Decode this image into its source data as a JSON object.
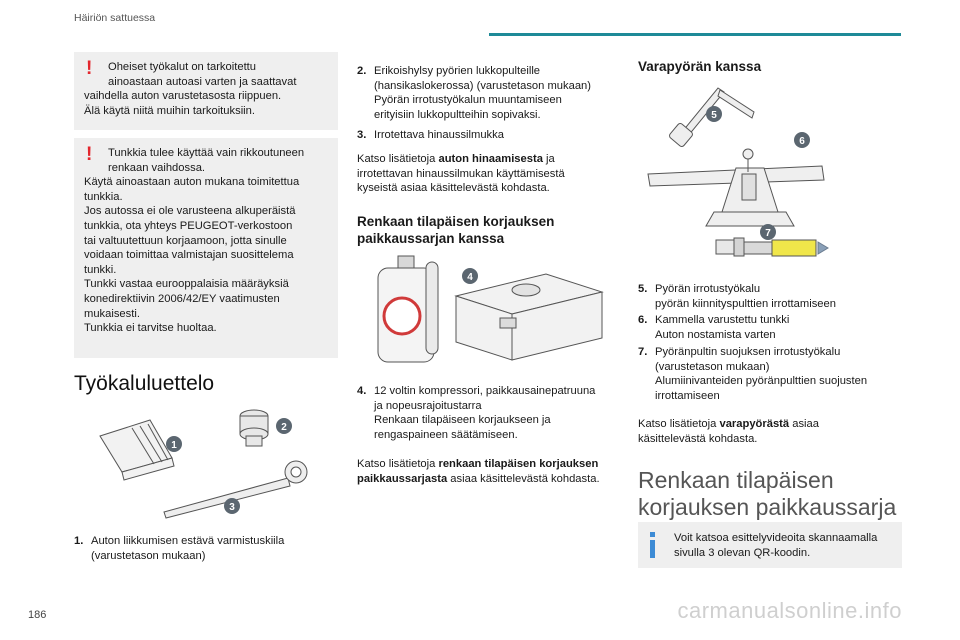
{
  "header": {
    "section": "Häiriön sattuessa"
  },
  "page_number": "186",
  "watermark": "carmanualsonline.info",
  "left": {
    "warning1": {
      "first": "Oheiset työkalut on tarkoitettu",
      "lines": [
        "ainoastaan autoasi varten ja saattavat",
        "vaihdella auton varustetasosta riippuen.",
        "Älä käytä niitä muihin tarkoituksiin."
      ]
    },
    "warning2": {
      "first": "Tunkkia tulee käyttää vain rikkoutuneen",
      "lines": [
        "renkaan vaihdossa.",
        "Käytä ainoastaan auton mukana toimitettua",
        "tunkkia.",
        "Jos autossa ei ole varusteena alkuperäistä",
        "tunkkia, ota yhteys PEUGEOT-verkostoon",
        "tai valtuutettuun korjaamoon, jotta sinulle",
        "voidaan toimittaa valmistajan suosittelema",
        "tunkki.",
        "Tunkki vastaa eurooppalaisia määräyksiä",
        "konedirektiivin 2006/42/EY vaatimusten",
        "mukaisesti.",
        "Tunkkia ei tarvitse huoltaa."
      ]
    },
    "heading": "Työkaluluettelo",
    "figure_labels": [
      "1",
      "2",
      "3"
    ],
    "item1": {
      "num": "1.",
      "lines": [
        "Auton liikkumisen estävä varmistuskiila",
        "(varustetason mukaan)"
      ]
    }
  },
  "middle": {
    "item2": {
      "num": "2.",
      "lines": [
        "Erikoishylsy pyörien lukkopulteille",
        "(hansikaslokerossa) (varustetason mukaan)",
        "Pyörän irrotustyökalun muuntamiseen",
        "erityisiin lukkopultteihin sopivaksi."
      ]
    },
    "item3": {
      "num": "3.",
      "lines": [
        "Irrotettava hinaussilmukka"
      ]
    },
    "para1": {
      "pre": "Katso lisätietoja ",
      "bold": "auton hinaamisesta",
      "post": " ja",
      "lines": [
        "irrotettavan hinaussilmukan käyttämisestä",
        "kyseistä asiaa käsittelevästä kohdasta."
      ]
    },
    "heading": [
      "Renkaan tilapäisen korjauksen",
      "paikkaussarjan kanssa"
    ],
    "figure_labels": [
      "4"
    ],
    "item4": {
      "num": "4.",
      "lines": [
        "12 voltin kompressori, paikkausainepatruuna",
        "ja nopeusrajoitustarra",
        "Renkaan tilapäiseen korjaukseen ja",
        "rengaspaineen säätämiseen."
      ]
    },
    "para2": {
      "pre": "Katso lisätietoja ",
      "bold1": "renkaan tilapäisen korjauksen",
      "bold2": "paikkaussarjasta",
      "post": " asiaa käsittelevästä kohdasta."
    }
  },
  "right": {
    "heading": "Varapyörän kanssa",
    "figure_labels": [
      "5",
      "6",
      "7"
    ],
    "item5": {
      "num": "5.",
      "lines": [
        "Pyörän irrotustyökalu",
        "pyörän kiinnityspulttien irrottamiseen"
      ]
    },
    "item6": {
      "num": "6.",
      "lines": [
        "Kammella varustettu tunkki",
        "Auton nostamista varten"
      ]
    },
    "item7": {
      "num": "7.",
      "lines": [
        "Pyöränpultin suojuksen irrotustyökalu",
        "(varustetason mukaan)",
        "Alumiinivanteiden pyöränpulttien suojusten",
        "irrottamiseen"
      ]
    },
    "para": {
      "pre": "Katso lisätietoja ",
      "bold": "varapyörästä",
      "post": " asiaa",
      "lines": [
        "käsittelevästä kohdasta."
      ]
    },
    "big_heading": [
      "Renkaan tilapäisen",
      "korjauksen paikkaussarja"
    ],
    "info": [
      "Voit katsoa esittelyvideoita skannaamalla",
      "sivulla 3 olevan QR-koodin."
    ]
  },
  "colors": {
    "accent": "#1e8a98",
    "warning": "#e3262d",
    "info": "#3d8bd5",
    "callout": "#5b6670"
  }
}
